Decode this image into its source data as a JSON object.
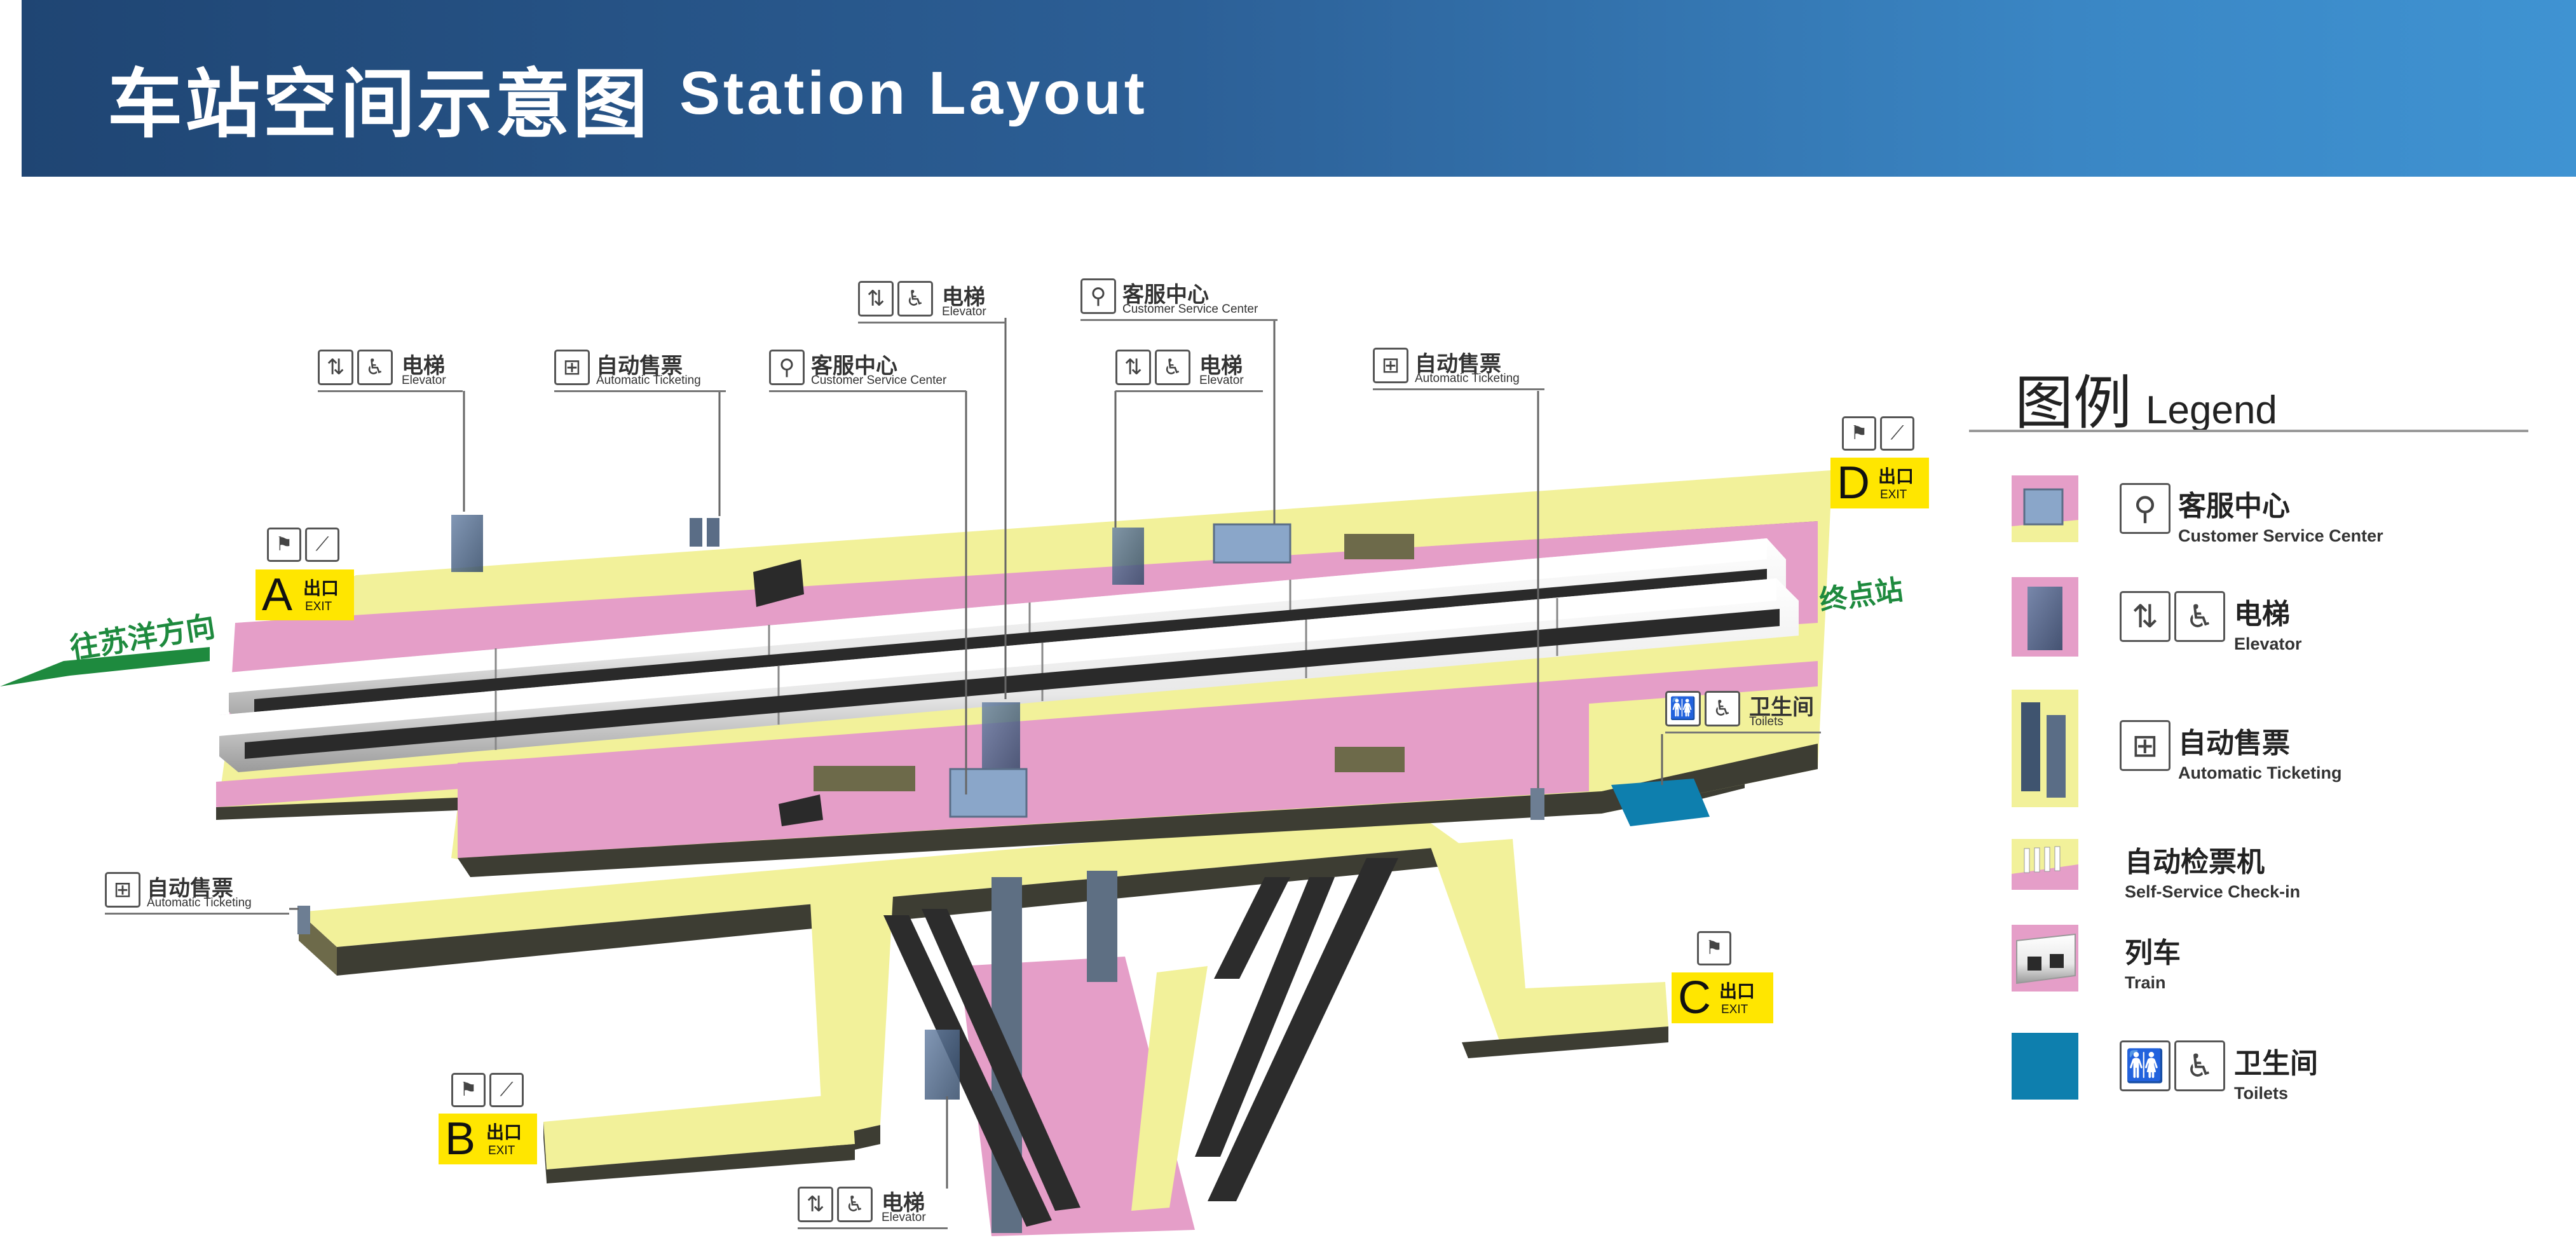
{
  "header": {
    "title_zh": "车站空间示意图",
    "title_en": "Station Layout"
  },
  "directions": {
    "west": "往苏洋方向",
    "terminal": "终点站"
  },
  "callouts": {
    "elevator_a": {
      "zh": "电梯",
      "en": "Elevator"
    },
    "ticketing_a": {
      "zh": "自动售票",
      "en": "Automatic Ticketing"
    },
    "service_a": {
      "zh": "客服中心",
      "en": "Customer Service Center"
    },
    "elevator_b": {
      "zh": "电梯",
      "en": "Elevator"
    },
    "service_b": {
      "zh": "客服中心",
      "en": "Customer Service Center"
    },
    "elevator_c": {
      "zh": "电梯",
      "en": "Elevator"
    },
    "ticketing_b": {
      "zh": "自动售票",
      "en": "Automatic Ticketing"
    },
    "toilets": {
      "zh": "卫生间",
      "en": "Toilets"
    },
    "ticketing_c": {
      "zh": "自动售票",
      "en": "Automatic Ticketing"
    },
    "elevator_d": {
      "zh": "电梯",
      "en": "Elevator"
    }
  },
  "exits": {
    "a": {
      "letter": "A",
      "zh": "出口",
      "en": "EXIT"
    },
    "b": {
      "letter": "B",
      "zh": "出口",
      "en": "EXIT"
    },
    "c": {
      "letter": "C",
      "zh": "出口",
      "en": "EXIT"
    },
    "d": {
      "letter": "D",
      "zh": "出口",
      "en": "EXIT"
    }
  },
  "legend": {
    "title_zh": "图例",
    "title_en": "Legend",
    "items": [
      {
        "zh": "客服中心",
        "en": "Customer Service Center"
      },
      {
        "zh": "电梯",
        "en": "Elevator"
      },
      {
        "zh": "自动售票",
        "en": "Automatic Ticketing"
      },
      {
        "zh": "自动检票机",
        "en": "Self-Service Check-in"
      },
      {
        "zh": "列车",
        "en": "Train"
      },
      {
        "zh": "卫生间",
        "en": "Toilets"
      }
    ]
  },
  "colors": {
    "header_start": "#1f4573",
    "header_end": "#3f93d2",
    "concourse": "#f2f19a",
    "platform": "#e59ec8",
    "train_body": "#f4f4f4",
    "toilet": "#0e7fae",
    "exit_sign": "#ffe600",
    "direction_green": "#1e8a3e"
  },
  "icons": {
    "elevator": "elevator-icon",
    "wheelchair": "wheelchair-icon",
    "service": "service-icon",
    "ticket": "ticket-machine-icon",
    "toilet": "toilet-icon",
    "escalator": "escalator-icon",
    "stairs": "stairs-icon"
  }
}
